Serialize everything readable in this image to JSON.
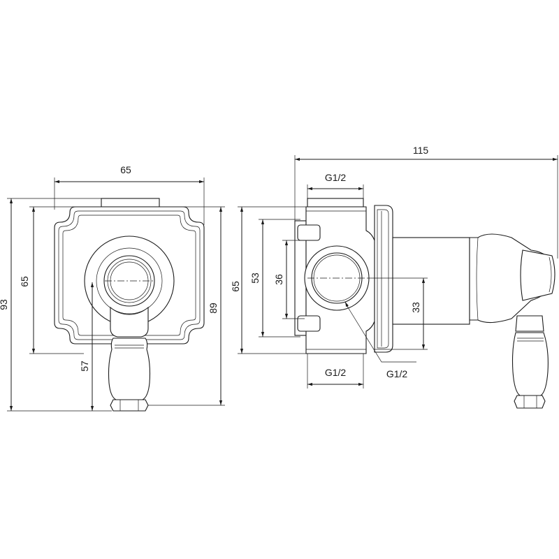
{
  "front_view": {
    "width_dim": "65",
    "height_outer_dim": "93",
    "height_plate_dim": "65",
    "height_89_dim": "89",
    "center_dim": "57"
  },
  "side_view": {
    "depth_dim": "115",
    "top_thread": "G1/2",
    "bottom_thread": "G1/2",
    "outlet_thread": "G1/2",
    "plate_dim": "65",
    "body_dim": "53",
    "port_dim": "36",
    "outlet_dim": "33"
  }
}
